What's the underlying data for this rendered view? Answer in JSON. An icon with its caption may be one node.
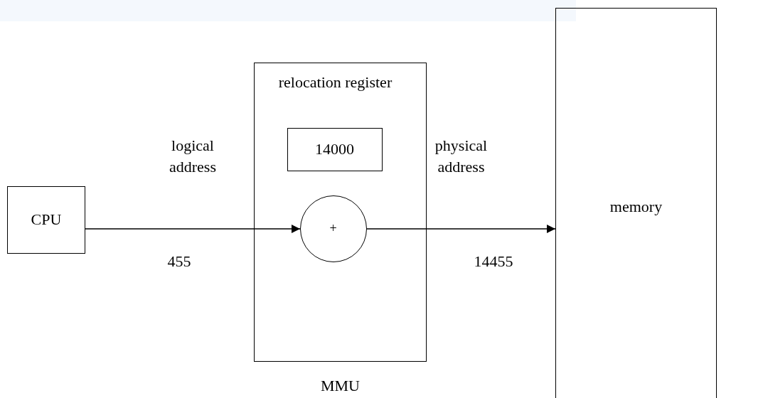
{
  "diagram": {
    "nodes": [
      {
        "text": [
          "CPU"
        ]
      },
      {
        "text": [
          "MMU"
        ]
      },
      {
        "text": [
          "relocation register",
          "14000"
        ],
        "in": 1
      },
      {
        "text": [
          "+"
        ],
        "in": 1
      },
      {
        "text": [
          "memory"
        ]
      }
    ],
    "edges": [
      {
        "from": 0,
        "to": 3,
        "arrow": "to",
        "label": "logical address"
      },
      {
        "from": 3,
        "to": 4,
        "arrow": "to",
        "label": "physical address"
      }
    ],
    "labels": [
      "455",
      "14455"
    ]
  }
}
